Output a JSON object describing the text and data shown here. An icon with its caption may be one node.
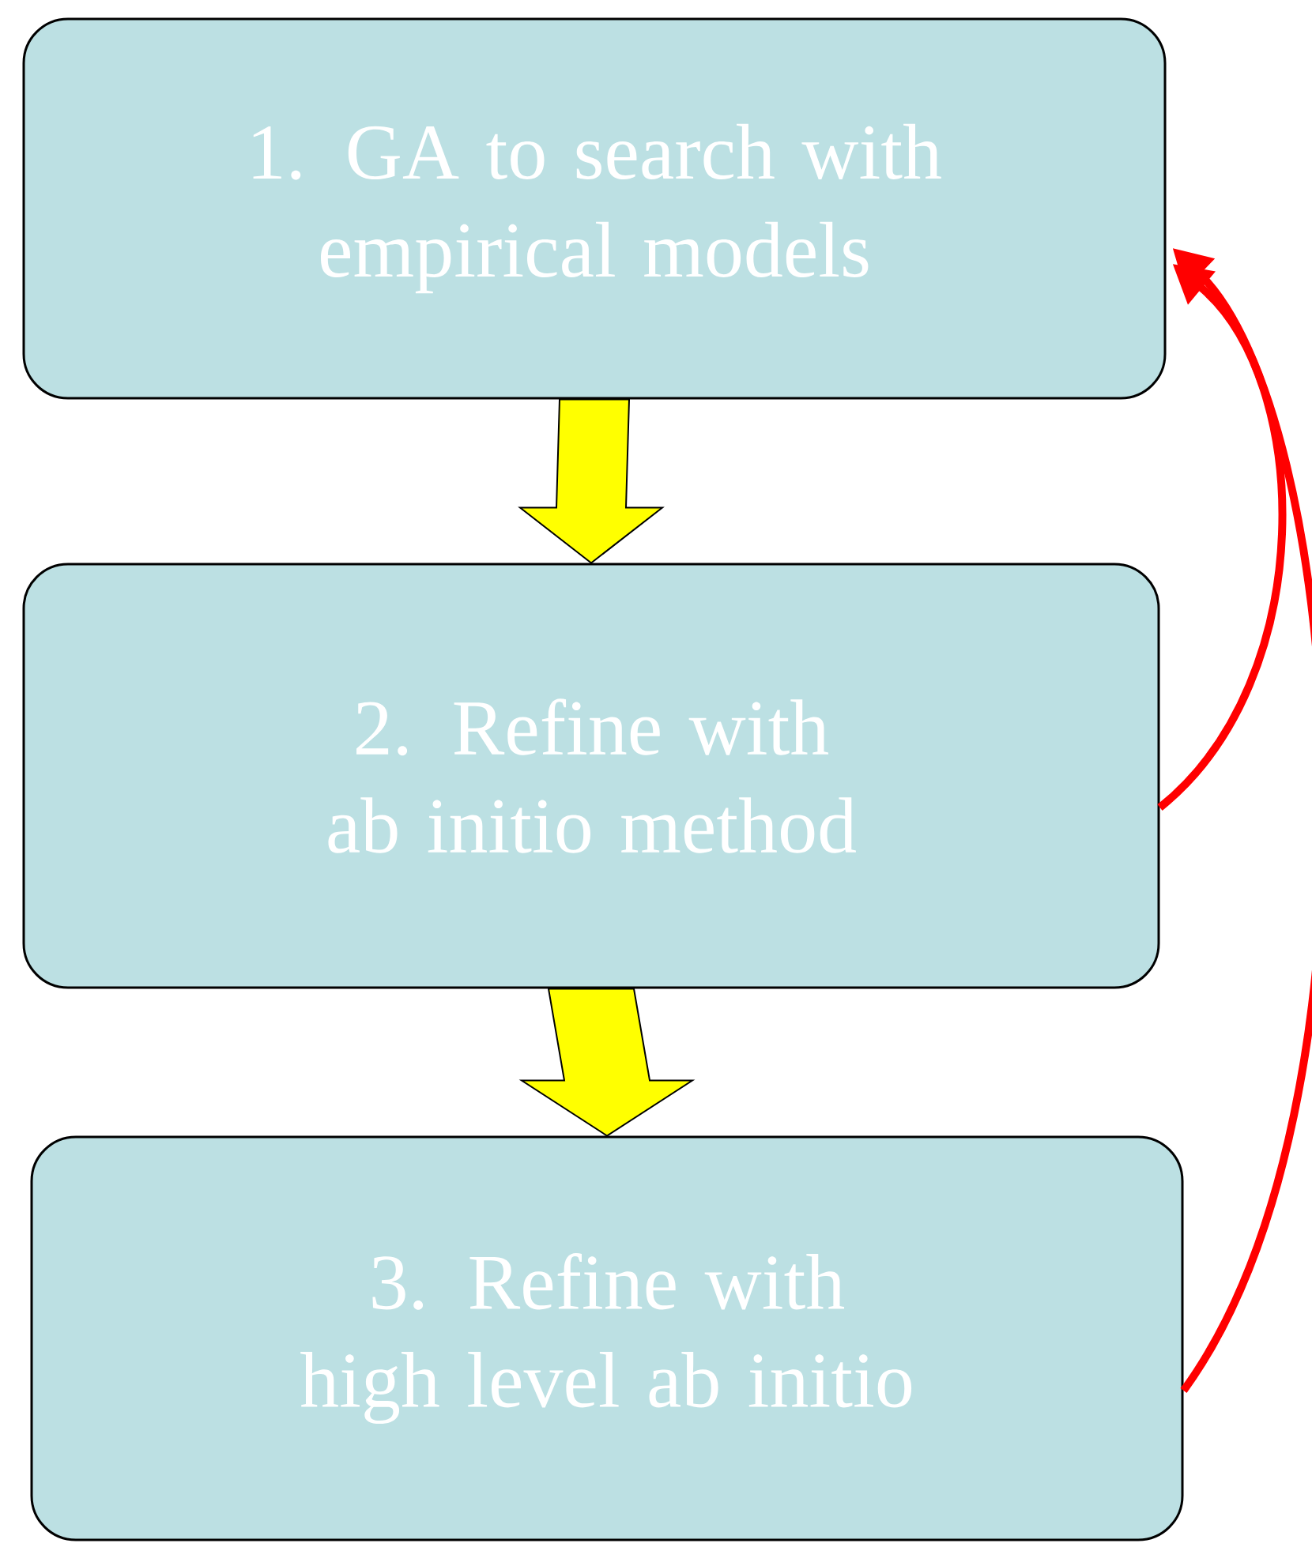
{
  "diagram": {
    "nodes": [
      {
        "text": [
          "1. GA to search with empirical models"
        ]
      },
      {
        "text": [
          "2. Refine with ab initio method"
        ]
      },
      {
        "text": [
          "3. Refine with high level ab initio"
        ]
      }
    ],
    "edges": [
      {
        "from": 0,
        "to": 1,
        "arrow": "to"
      },
      {
        "from": 1,
        "to": 2,
        "arrow": "to"
      },
      {
        "from": 1,
        "to": 0,
        "arrow": "to",
        "color": "#ff0000"
      },
      {
        "from": 2,
        "to": 0,
        "arrow": "to",
        "color": "#ff0000"
      }
    ]
  }
}
